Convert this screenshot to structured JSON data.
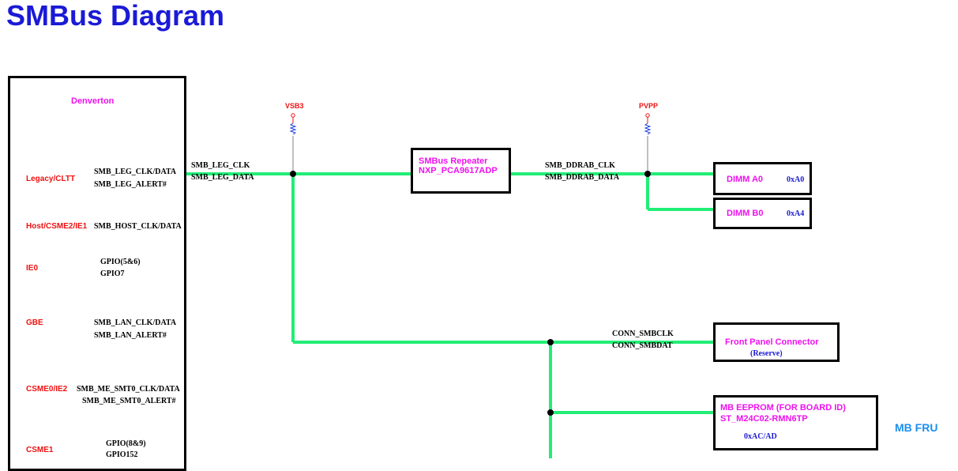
{
  "title": "SMBus Diagram",
  "colors": {
    "wire": "#22ee77",
    "port_label": "#ee1111",
    "device_label": "#ee11ee",
    "address": "#1a1ad6",
    "title": "#1a1ad6"
  },
  "soc": {
    "name": "Denverton",
    "ports": [
      {
        "label": "Legacy/CLTT",
        "signals": [
          "SMB_LEG_CLK/DATA",
          "SMB_LEG_ALERT#"
        ]
      },
      {
        "label": "Host/CSME2/IE1",
        "signals": [
          "SMB_HOST_CLK/DATA"
        ]
      },
      {
        "label": "IE0",
        "signals": [
          "GPIO(5&6)",
          "GPIO7"
        ]
      },
      {
        "label": "GBE",
        "signals": [
          "SMB_LAN_CLK/DATA",
          "SMB_LAN_ALERT#"
        ]
      },
      {
        "label": "CSME0/IE2",
        "signals": [
          "SMB_ME_SMT0_CLK/DATA",
          "SMB_ME_SMT0_ALERT#"
        ]
      },
      {
        "label": "CSME1",
        "signals": [
          "GPIO(8&9)",
          "GPIO152"
        ]
      }
    ]
  },
  "nets": {
    "leg_clk": "SMB_LEG_CLK",
    "leg_data": "SMB_LEG_DATA",
    "ddrab_clk": "SMB_DDRAB_CLK",
    "ddrab_data": "SMB_DDRAB_DATA",
    "conn_clk": "CONN_SMBCLK",
    "conn_dat": "CONN_SMBDAT"
  },
  "power": {
    "vsb3": "VSB3",
    "pvpp": "PVPP"
  },
  "devices": {
    "repeater": {
      "line1": "SMBus Repeater",
      "line2": "NXP_PCA9617ADP"
    },
    "dimm_a0": {
      "name": "DIMM A0",
      "addr": "0xA0"
    },
    "dimm_b0": {
      "name": "DIMM B0",
      "addr": "0xA4"
    },
    "front_panel": {
      "name": "Front Panel Connector",
      "note": "(Reserve)"
    },
    "eeprom": {
      "line1": "MB EEPROM (FOR BOARD ID)",
      "line2": "ST_M24C02-RMN6TP",
      "addr": "0xAC/AD"
    }
  },
  "side_label": "MB FRU"
}
